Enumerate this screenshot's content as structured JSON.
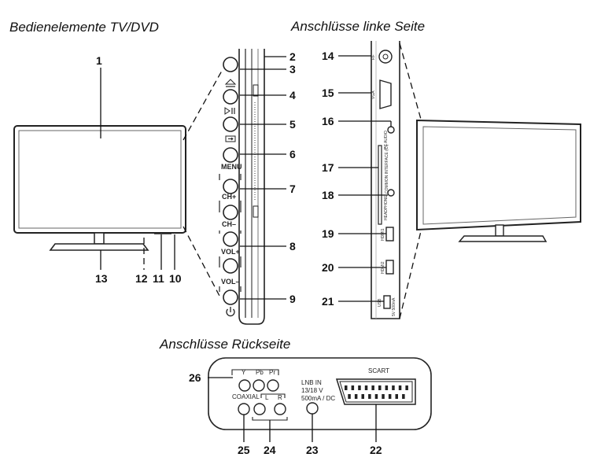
{
  "titles": {
    "controls": "Bedienelemente TV/DVD",
    "left_side": "Anschlüsse linke Seite",
    "rear": "Anschlüsse Rückseite"
  },
  "button_labels": {
    "menu": "MENU",
    "ch_plus": "CH+",
    "ch_minus": "CH–",
    "vol_plus": "VOL+",
    "vol_minus": "VOL–"
  },
  "button_icons": [
    "eject-icon",
    "play-pause-icon",
    "source-icon",
    "power-icon"
  ],
  "side_panel_labels": {
    "rf": "RF",
    "vga": "VGA",
    "pc_audio": "PC AUDIO",
    "common_interface": "COMMON INTERFACE (CI)",
    "headphone": "HEADPHONE",
    "hdmi1": "HDMI1",
    "hdmi2": "HDMI2",
    "usb": "USB",
    "usb_power": "5V 500mA"
  },
  "rear_panel": {
    "scart": "SCART",
    "y": "Y",
    "pb": "Pb",
    "pr": "Pr",
    "coaxial": "COAXIAL",
    "l": "L",
    "r": "R",
    "lnb_line1": "LNB IN",
    "lnb_line2": "13/18 V",
    "lnb_line3": "500mA / DC"
  },
  "callouts": [
    "1",
    "2",
    "3",
    "4",
    "5",
    "6",
    "7",
    "8",
    "9",
    "10",
    "11",
    "12",
    "13",
    "14",
    "15",
    "16",
    "17",
    "18",
    "19",
    "20",
    "21",
    "22",
    "23",
    "24",
    "25",
    "26"
  ]
}
